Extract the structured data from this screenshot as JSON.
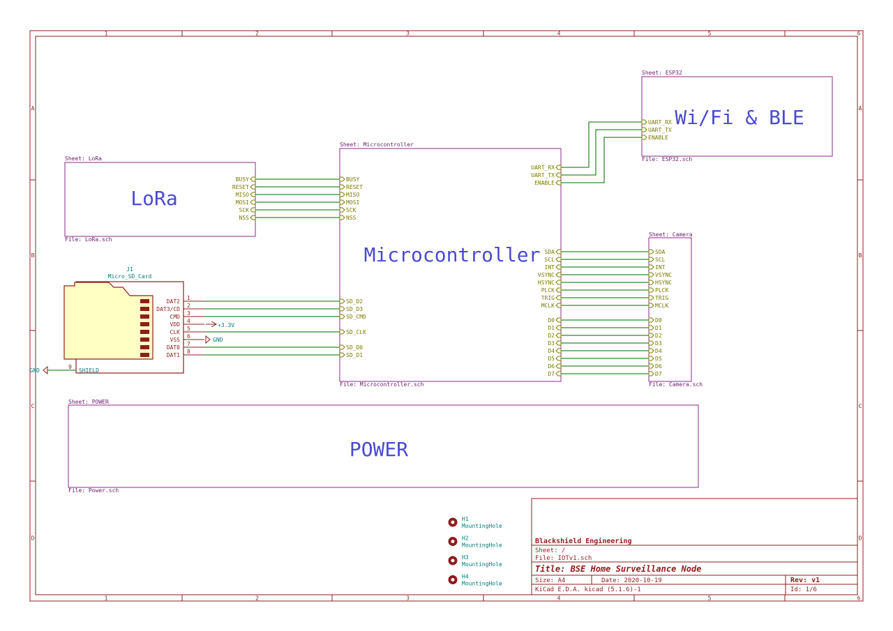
{
  "border": {
    "columns": [
      "1",
      "2",
      "3",
      "4",
      "5",
      "6"
    ],
    "rows": [
      "A",
      "B",
      "C",
      "D"
    ]
  },
  "sheets": {
    "esp32": {
      "header": "Sheet: ESP32",
      "title": "Wi/Fi & BLE",
      "file": "File: ESP32.sch",
      "pins": [
        "UART_RX",
        "UART_TX",
        "ENABLE"
      ]
    },
    "lora": {
      "header": "Sheet: LoRa",
      "title": "LoRa",
      "file": "File: LoRa.sch",
      "pins": [
        "BUSY",
        "RESET",
        "MISO",
        "MOSI",
        "SCK",
        "NSS"
      ]
    },
    "micro": {
      "header": "Sheet: Microcontroller",
      "title": "Microcontroller",
      "file": "File: Microcontroller.sch",
      "left_pins_top": [
        "BUSY",
        "RESET",
        "MISO",
        "MOSI",
        "SCK",
        "NSS"
      ],
      "left_pins_sd": [
        "SD_D2",
        "SD_D3",
        "SD_CMD",
        "SD_CLK",
        "SD_D0",
        "SD_D1"
      ],
      "right_pins_uart": [
        "UART_RX",
        "UART_TX",
        "ENABLE"
      ],
      "right_pins_cam": [
        "SDA",
        "SCL",
        "INT",
        "VSYNC",
        "HSYNC",
        "PLCK",
        "TRIG",
        "MCLK"
      ],
      "right_pins_data": [
        "D0",
        "D1",
        "D2",
        "D3",
        "D4",
        "D5",
        "D6",
        "D7"
      ]
    },
    "camera": {
      "header": "Sheet: Camera",
      "file": "File: Camera.sch",
      "pins_ctrl": [
        "SDA",
        "SCL",
        "INT",
        "VSYNC",
        "HSYNC",
        "PLCK",
        "TRIG",
        "MCLK"
      ],
      "pins_data": [
        "D0",
        "D1",
        "D2",
        "D3",
        "D4",
        "D5",
        "D6",
        "D7"
      ]
    },
    "power": {
      "header": "Sheet: POWER",
      "title": "POWER",
      "file": "File: Power.sch"
    }
  },
  "sdcard": {
    "ref": "J1",
    "value": "Micro_SD_Card",
    "pins": [
      {
        "name": "DAT2",
        "num": "1"
      },
      {
        "name": "DAT3/CD",
        "num": "2"
      },
      {
        "name": "CMD",
        "num": "3"
      },
      {
        "name": "VDD",
        "num": "4"
      },
      {
        "name": "CLK",
        "num": "5"
      },
      {
        "name": "VSS",
        "num": "6"
      },
      {
        "name": "DAT0",
        "num": "7"
      },
      {
        "name": "DAT1",
        "num": "8"
      }
    ],
    "shield": {
      "name": "SHIELD",
      "num": "9"
    },
    "vdd_net": "+3.3V",
    "vss_net": "GND",
    "shield_net": "GND"
  },
  "mounting_holes": [
    {
      "ref": "H1",
      "value": "MountingHole"
    },
    {
      "ref": "H2",
      "value": "MountingHole"
    },
    {
      "ref": "H3",
      "value": "MountingHole"
    },
    {
      "ref": "H4",
      "value": "MountingHole"
    }
  ],
  "title_block": {
    "company": "Blackshield Engineering",
    "sheet": "Sheet: /",
    "file": "File: IOTv1.sch",
    "title": "Title: BSE Home Surveillance Node",
    "size": "Size: A4",
    "date": "Date: 2020-10-19",
    "rev": "Rev: v1",
    "tool": "KiCad E.D.A.  kicad (5.1.6)-1",
    "id": "Id: 1/6"
  },
  "colors": {
    "frame": "#8e1d1d",
    "sheet": "#8a2a8a",
    "wire": "#2f8a2f",
    "sheet_title": "#4a4ad0",
    "pin_label": "#7a7a00",
    "ref": "#007a7a"
  }
}
